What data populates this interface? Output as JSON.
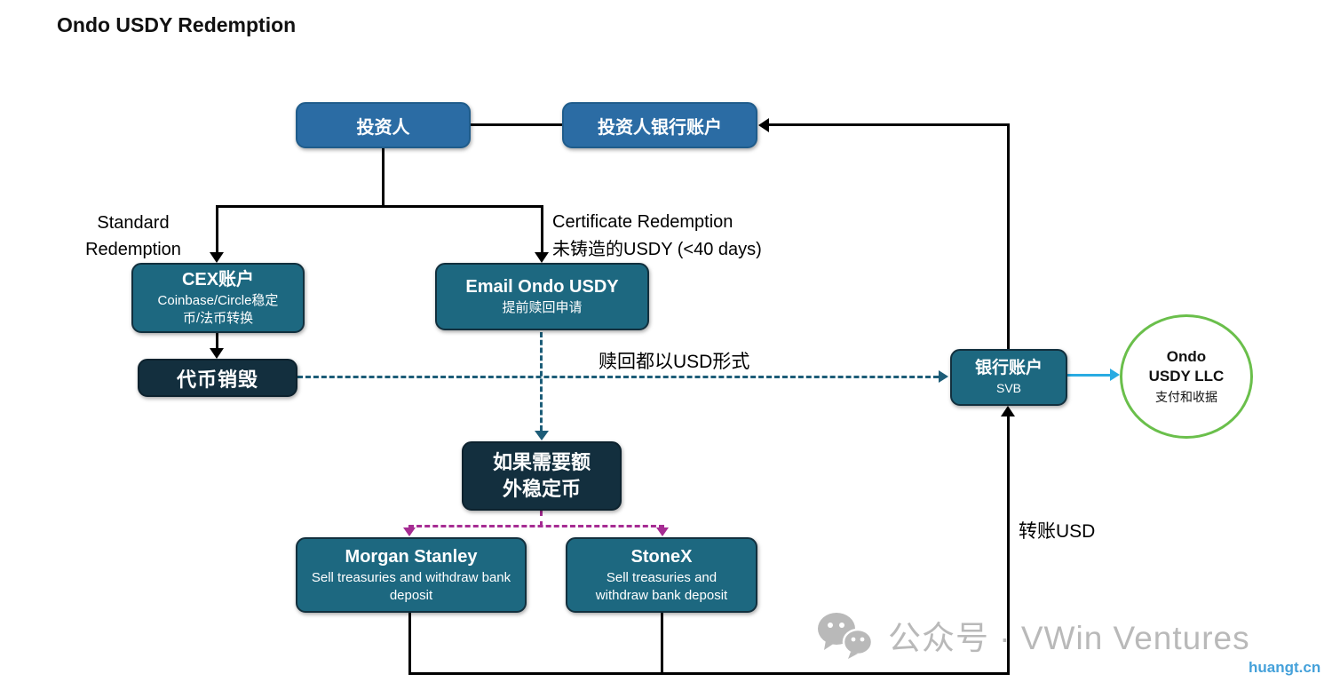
{
  "title": "Ondo USDY Redemption",
  "nodes": {
    "investor": {
      "label": "投资人"
    },
    "investor_bank_account": {
      "label": "投资人银行账户"
    },
    "cex_account": {
      "title": "CEX账户",
      "subtitle": "Coinbase/Circle稳定币/法币转换"
    },
    "email_ondo_usdy": {
      "title": "Email Ondo USDY",
      "subtitle": "提前赎回申请"
    },
    "token_burn": {
      "label": "代币销毁"
    },
    "extra_stablecoin": {
      "label": "如果需要额外稳定币"
    },
    "morgan_stanley": {
      "title": "Morgan Stanley",
      "subtitle": "Sell treasuries and withdraw bank deposit"
    },
    "stonex": {
      "title": "StoneX",
      "subtitle": "Sell treasuries and withdraw bank deposit"
    },
    "bank_account": {
      "title": "银行账户",
      "subtitle": "SVB"
    },
    "ondo_usdy_llc": {
      "title": "Ondo\nUSDY LLC",
      "subtitle": "支付和收据"
    }
  },
  "edge_labels": {
    "standard_redemption": "Standard\nRedemption",
    "certificate_redemption": "Certificate Redemption\n未铸造的USDY (<40 days)",
    "usd_redemption": "赎回都以USD形式",
    "transfer_usd": "转账USD"
  },
  "watermark": {
    "wechat_label": "公众号 · VWin Ventures",
    "site": "huangt.cn"
  },
  "colors": {
    "node_blue": "#2b6ca4",
    "node_teal": "#1d6880",
    "node_dark": "#132f3e",
    "edge_black": "#000000",
    "edge_teal_dashed": "#1d5d78",
    "edge_purple_dashed": "#a62c93",
    "edge_lightblue": "#29abe2",
    "circle_green": "#6abf4b",
    "watermark_grey": "#b9b9b9",
    "site_blue": "#45a1da"
  }
}
